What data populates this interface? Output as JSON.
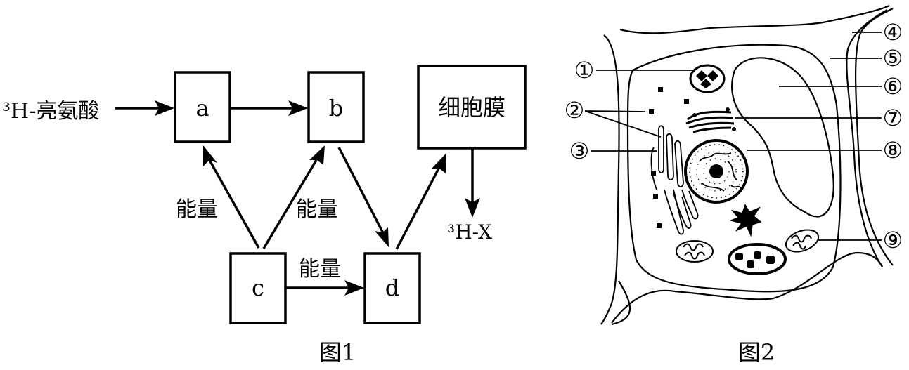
{
  "figure1": {
    "caption": "图1",
    "input_label": "³H-亮氨酸",
    "output_label": "³H-X",
    "nodes": {
      "a": "a",
      "b": "b",
      "c": "c",
      "d": "d",
      "membrane": "细胞膜"
    },
    "energy_label": "能量",
    "edges": [
      {
        "from": "input",
        "to": "a"
      },
      {
        "from": "a",
        "to": "b"
      },
      {
        "from": "b",
        "to": "d"
      },
      {
        "from": "d",
        "to": "membrane"
      },
      {
        "from": "membrane",
        "to": "output"
      },
      {
        "from": "c",
        "to": "a",
        "label": "能量"
      },
      {
        "from": "c",
        "to": "b",
        "label": "能量"
      },
      {
        "from": "c",
        "to": "d",
        "label": "能量"
      }
    ]
  },
  "figure2": {
    "caption": "图2",
    "labels": [
      "①",
      "②",
      "③",
      "④",
      "⑤",
      "⑥",
      "⑦",
      "⑧",
      "⑨"
    ]
  }
}
